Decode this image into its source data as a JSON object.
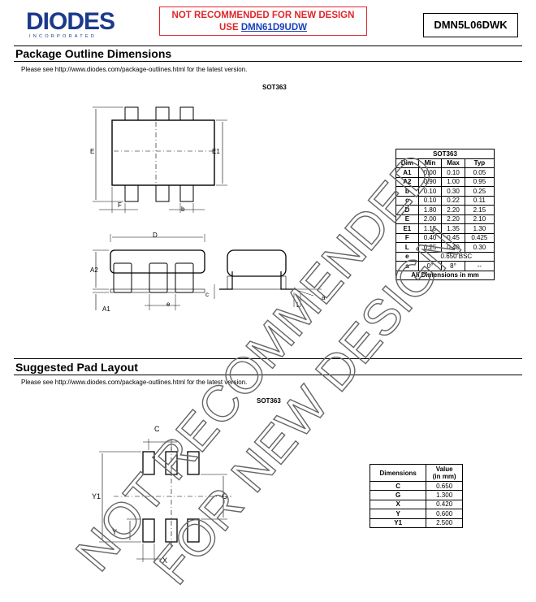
{
  "header": {
    "logo_text": "DIODES",
    "logo_subtext": "INCORPORATED",
    "warning_line1": "NOT RECOMMENDED FOR NEW DESIGN",
    "warning_use": "USE",
    "warning_part": "DMN61D9UDW",
    "part_number": "DMN5L06DWK"
  },
  "package_outline": {
    "title": "Package Outline Dimensions",
    "note": "Please see http://www.diodes.com/package-outlines.html for the latest version.",
    "package": "SOT363",
    "drawing_labels": {
      "E": "E",
      "E1": "E1",
      "F": "F",
      "b": "b",
      "D": "D",
      "A2": "A2",
      "A1": "A1",
      "e": "e",
      "c": "c",
      "L": "L",
      "a": "a"
    },
    "table": {
      "caption": "SOT363",
      "headers": [
        "Dim",
        "Min",
        "Max",
        "Typ"
      ],
      "rows": [
        [
          "A1",
          "0.00",
          "0.10",
          "0.05"
        ],
        [
          "A2",
          "0.90",
          "1.00",
          "0.95"
        ],
        [
          "b",
          "0.10",
          "0.30",
          "0.25"
        ],
        [
          "c",
          "0.10",
          "0.22",
          "0.11"
        ],
        [
          "D",
          "1.80",
          "2.20",
          "2.15"
        ],
        [
          "E",
          "2.00",
          "2.20",
          "2.10"
        ],
        [
          "E1",
          "1.15",
          "1.35",
          "1.30"
        ],
        [
          "F",
          "0.40",
          "0.45",
          "0.425"
        ],
        [
          "L",
          "0.25",
          "0.40",
          "0.30"
        ],
        [
          "a",
          "0°",
          "8°",
          "--"
        ]
      ],
      "e_row": [
        "e",
        "0.650 BSC"
      ],
      "footer": "All Dimensions in mm"
    }
  },
  "pad_layout": {
    "title": "Suggested Pad Layout",
    "note": "Please see http://www.diodes.com/package-outlines.html for the latest version.",
    "package": "SOT363",
    "drawing_labels": {
      "C": "C",
      "Y1": "Y1",
      "G": "G",
      "Y": "Y",
      "X": "X"
    },
    "table": {
      "headers": [
        "Dimensions",
        "Value\n(in mm)"
      ],
      "rows": [
        [
          "C",
          "0.650"
        ],
        [
          "G",
          "1.300"
        ],
        [
          "X",
          "0.420"
        ],
        [
          "Y",
          "0.600"
        ],
        [
          "Y1",
          "2.500"
        ]
      ]
    }
  },
  "watermark": {
    "line1": "NOT RECOMMENDED",
    "line2": "FOR NEW DESIGN"
  }
}
